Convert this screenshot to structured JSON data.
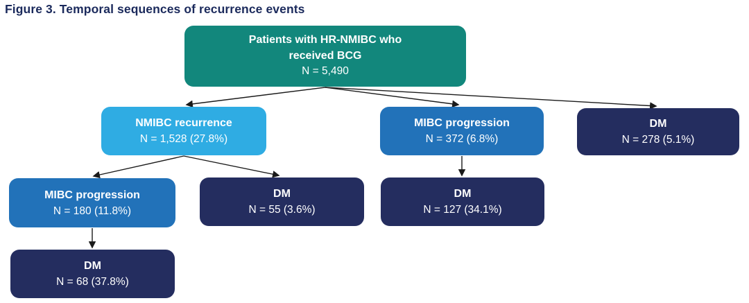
{
  "title": "Figure 3. Temporal sequences of recurrence events",
  "colors": {
    "root_box": "#12877C",
    "recurrence_box": "#2FACE3",
    "progression_box": "#2272B9",
    "dm_box": "#242D5F",
    "title_text": "#1B2A5C",
    "arrow": "#1A1A1A"
  },
  "nodes": {
    "root": {
      "label_line1": "Patients with HR-NMIBC who",
      "label_line2": "received BCG",
      "value": "N = 5,490"
    },
    "nmibc_recurrence": {
      "label": "NMIBC recurrence",
      "value": "N = 1,528 (27.8%)"
    },
    "mibc_progression_from_root": {
      "label": "MIBC progression",
      "value": "N = 372 (6.8%)"
    },
    "dm_from_root": {
      "label": "DM",
      "value": "N = 278 (5.1%)"
    },
    "mibc_progression_from_recurrence": {
      "label": "MIBC progression",
      "value": "N = 180 (11.8%)"
    },
    "dm_from_recurrence": {
      "label": "DM",
      "value": "N = 55 (3.6%)"
    },
    "dm_from_mibc_progression": {
      "label": "DM",
      "value": "N = 127 (34.1%)"
    },
    "dm_from_recurrence_progression": {
      "label": "DM",
      "value": "N = 68 (37.8%)"
    }
  }
}
